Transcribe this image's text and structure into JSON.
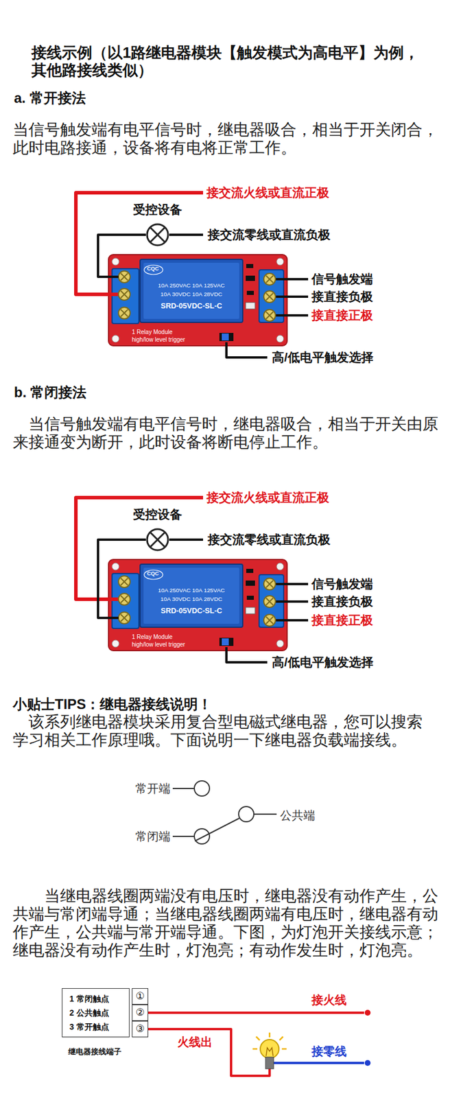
{
  "diagram": {
    "title": "接线示例（以1路继电器模块【触发模式为高电平】为例，其他路接线类似）",
    "nodes": [
      {
        "text": [
          "受控设备"
        ]
      },
      {
        "text": [
          "1 Relay Module",
          "high/low level trigger"
        ]
      },
      {
        "text": [
          "CQC",
          "10A 250VAC 10A 125VAC",
          "10A 30VDC 10A 28VDC",
          "SRD-05VDC-SL-C"
        ],
        "in": 1
      },
      {
        "text": [
          "受控设备"
        ]
      },
      {
        "text": [
          "1 Relay Module",
          "high/low level trigger"
        ]
      },
      {
        "text": [
          "CQC",
          "10A 250VAC 10A 125VAC",
          "10A 30VDC 10A 28VDC",
          "SRD-05VDC-SL-C"
        ],
        "in": 4
      },
      {
        "text": [
          "1 常闭触点",
          "2 公共触点",
          "3 常开触点",
          "继电器接线端子"
        ]
      },
      {
        "text": [
          "①"
        ]
      },
      {
        "text": [
          "②"
        ]
      },
      {
        "text": [
          "③"
        ]
      }
    ],
    "edges": [
      {
        "from": 0,
        "to": 1,
        "arrow": "none"
      },
      {
        "from": 3,
        "to": 4,
        "arrow": "none"
      }
    ],
    "labels": [
      "a. 常开接法",
      "当信号触发端有电平信号时，继电器吸合，相当于开关闭合，此时电路接通，设备将有电将正常工作。",
      "接交流火线或直流正极",
      "接交流零线或直流负极",
      "信号触发端",
      "接直接负极",
      "接直接正极",
      "高/低电平触发选择",
      "b. 常闭接法",
      "当信号触发端有电平信号时，继电器吸合，相当于开关由原来接通变为断开，此时设备将断电停止工作。",
      "接交流火线或直流正极",
      "接交流零线或直流负极",
      "信号触发端",
      "接直接负极",
      "接直接正极",
      "高/低电平触发选择",
      "小贴士TIPS：继电器接线说明！",
      "该系列继电器模块采用复合型电磁式继电器，您可以搜索学习相关工作原理哦。下面说明一下继电器负载端接线。",
      "常开端",
      "公共端",
      "常闭端",
      "当继电器线圈两端没有电压时，继电器没有动作产生，公共端与常闭端导通；当继电器线圈两端有电压时，继电器有动作产生，公共端与常开端导通。下图，为灯泡开关接线示意；继电器没有动作产生时，灯泡亮；有动作发生时，灯泡亮。",
      "接火线",
      "火线出",
      "接零线"
    ]
  }
}
